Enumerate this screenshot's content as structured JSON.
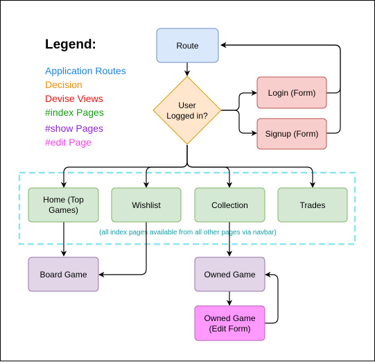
{
  "legend": {
    "title": "Legend:",
    "items": [
      {
        "label": "Application Routes",
        "color": "#1a82e6"
      },
      {
        "label": "Decision",
        "color": "#f08a00"
      },
      {
        "label": "Devise Views",
        "color": "#e8120c"
      },
      {
        "label": "#index Pages",
        "color": "#159c15"
      },
      {
        "label": "#show Pages",
        "color": "#8a1fe0"
      },
      {
        "label": "#edit Page",
        "color": "#f23fe3"
      }
    ]
  },
  "nodes": {
    "route": {
      "label": "Route",
      "category": "route"
    },
    "decision": {
      "lines": [
        "User",
        "Logged in?"
      ],
      "category": "decision"
    },
    "login": {
      "label": "Login (Form)",
      "category": "devise"
    },
    "signup": {
      "label": "Signup (Form)",
      "category": "devise"
    },
    "home": {
      "lines": [
        "Home (Top",
        "Games)"
      ],
      "category": "index"
    },
    "wishlist": {
      "label": "Wishlist",
      "category": "index"
    },
    "collection": {
      "label": "Collection",
      "category": "index"
    },
    "trades": {
      "label": "Trades",
      "category": "index"
    },
    "board_game": {
      "label": "Board Game",
      "category": "show"
    },
    "owned_game": {
      "label": "Owned Game",
      "category": "show"
    },
    "owned_game_edit": {
      "lines": [
        "Owned Game",
        "(Edit Form)"
      ],
      "category": "edit"
    }
  },
  "index_group_caption": "(all index pages available from all other pages via navbar)",
  "styles": {
    "route": {
      "fill": "#dae8fc",
      "stroke": "#6c8ebf"
    },
    "decision": {
      "fill": "#ffe6cc",
      "stroke": "#d79b00"
    },
    "devise": {
      "fill": "#f8cecc",
      "stroke": "#b85450"
    },
    "index": {
      "fill": "#d5e8d4",
      "stroke": "#82b366"
    },
    "show": {
      "fill": "#e1d5e7",
      "stroke": "#9673a6"
    },
    "edit": {
      "fill": "#ff99ff",
      "stroke": "#b266b2"
    },
    "group_border": "#8ae6f0",
    "edge": "#000000"
  }
}
